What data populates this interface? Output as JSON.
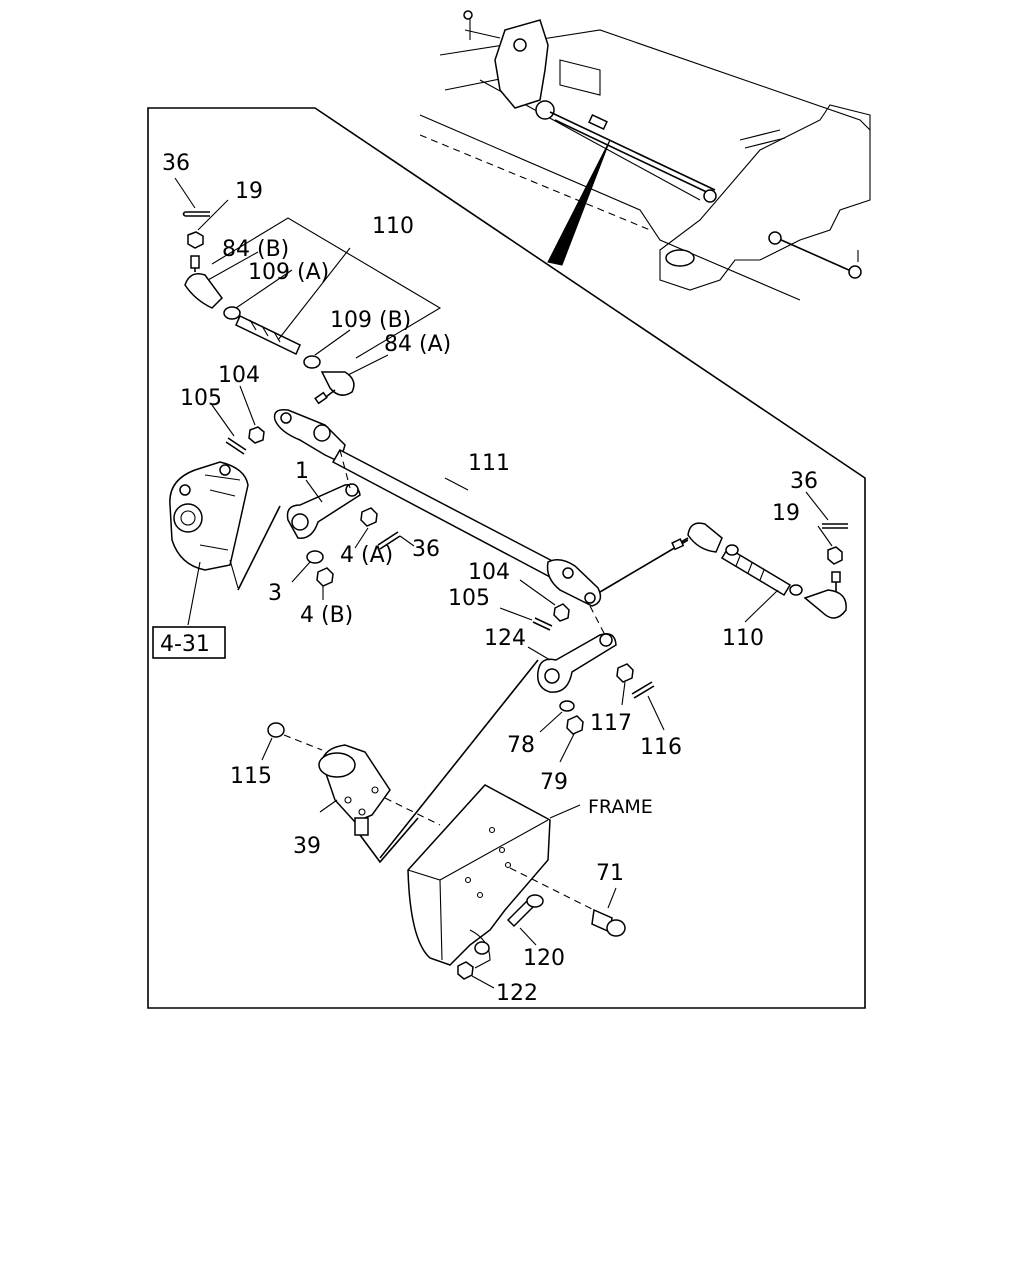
{
  "labels": {
    "l_36_top": "36",
    "l_19_top": "19",
    "l_110_top": "110",
    "l_84b": "84 (B)",
    "l_109a": "109 (A)",
    "l_109b": "109 (B)",
    "l_84a": "84 (A)",
    "l_104_left": "104",
    "l_105_left": "105",
    "l_1": "1",
    "l_111": "111",
    "l_36_right": "36",
    "l_19_right": "19",
    "l_4a": "4 (A)",
    "l_36_mid": "36",
    "l_3": "3",
    "l_4b": "4 (B)",
    "l_ref": "4-31",
    "l_104_mid": "104",
    "l_105_mid": "105",
    "l_110_right": "110",
    "l_124": "124",
    "l_115": "115",
    "l_78": "78",
    "l_117": "117",
    "l_116": "116",
    "l_79": "79",
    "l_frame": "FRAME",
    "l_39": "39",
    "l_71": "71",
    "l_120": "120",
    "l_122": "122"
  }
}
